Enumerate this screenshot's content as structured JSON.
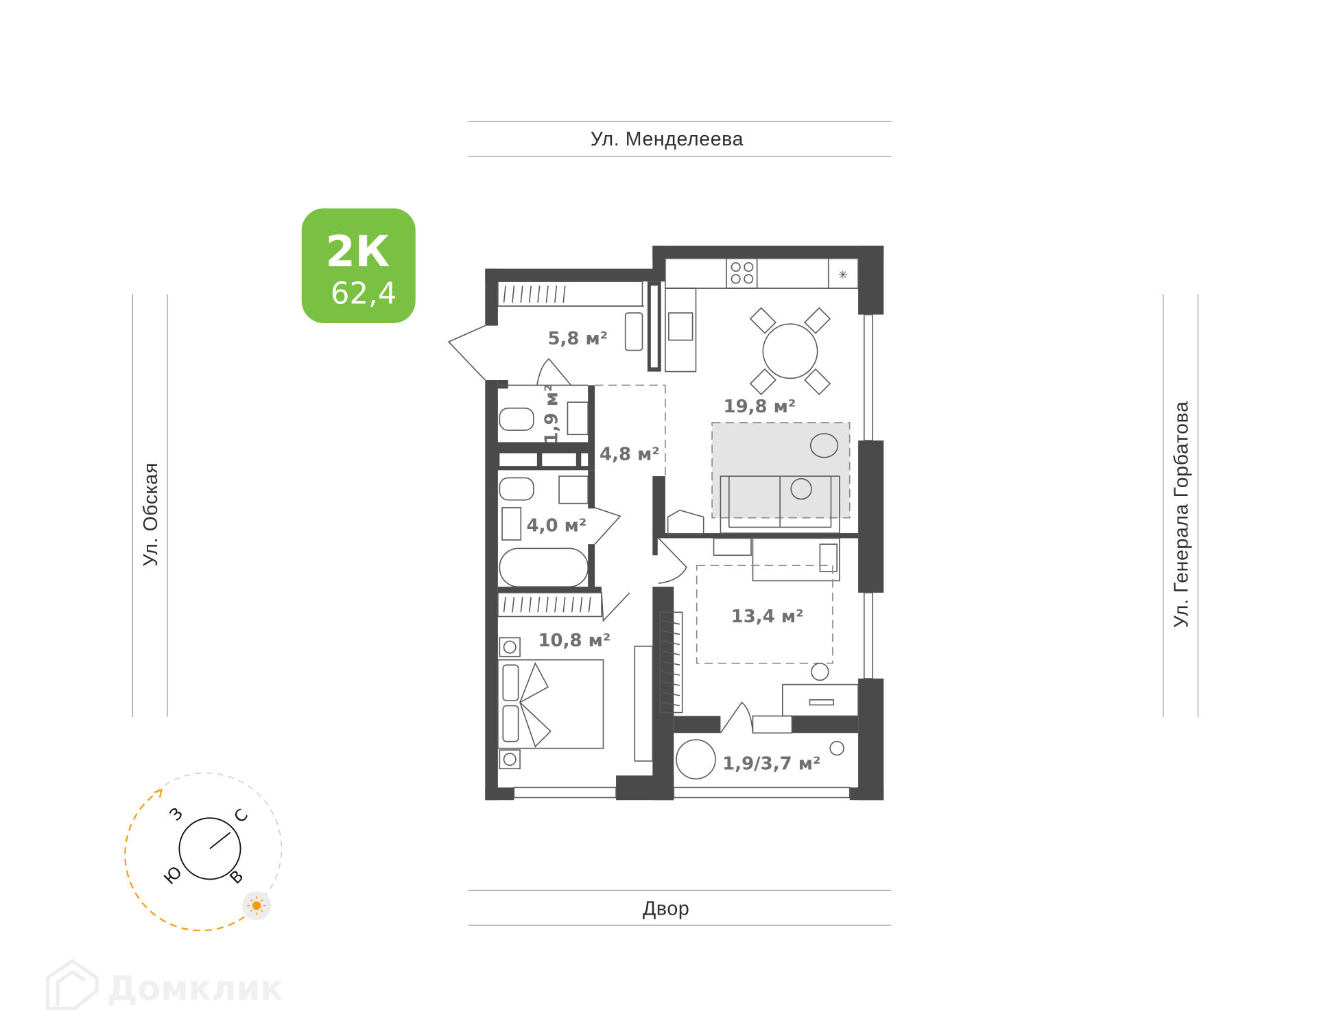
{
  "badge": {
    "rooms": "2К",
    "area": "62,4",
    "color": "#7ac143"
  },
  "streets": {
    "top": "Ул. Менделеева",
    "bottom": "Двор",
    "left": "Ул. Обская",
    "right": "Ул. Генерала Горбатова"
  },
  "rooms": {
    "hall": "5,8 м²",
    "wc": "1,9 м²",
    "corridor": "4,8 м²",
    "kitchen_living": "19,8 м²",
    "bathroom": "4,0 м²",
    "room": "13,4 м²",
    "bedroom": "10,8 м²",
    "balcony": "1,9/3,7 м²"
  },
  "compass": {
    "north": "С",
    "south": "Ю",
    "west": "З",
    "east": "В",
    "sun_color": "#f39c12",
    "icons": [
      "compass-icon",
      "sun-icon"
    ]
  },
  "logo": {
    "text": "Домклик"
  },
  "colors": {
    "walls": "#4a4a4a",
    "labels": "#6f6f6f"
  }
}
